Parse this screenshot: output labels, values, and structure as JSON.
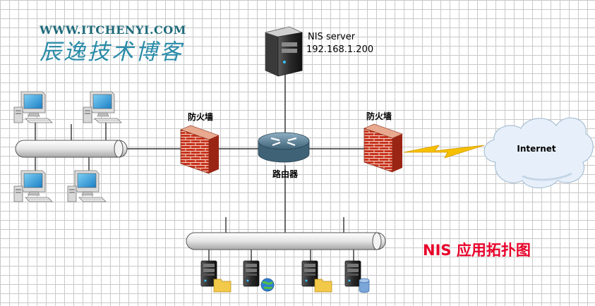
{
  "watermark": {
    "url": "WWW.ITCHENYI.COM",
    "name": "辰逸技术博客"
  },
  "nis_server": {
    "name": "NIS server",
    "ip": "192.168.1.200"
  },
  "firewall_left": {
    "label": "防火墙"
  },
  "firewall_right": {
    "label": "防火墙"
  },
  "router": {
    "label": "路由器"
  },
  "internet": {
    "label": "Internet"
  },
  "diagram_title": "NIS 应用拓扑图",
  "colors": {
    "title": "#e8002a",
    "firewall": "#c8321e",
    "bus": "#e9e9e9",
    "router": "#5d7f93",
    "lightning": "#f6c000",
    "watermark_url": "#1e6a7a",
    "watermark_name": "#2a8ca8"
  }
}
